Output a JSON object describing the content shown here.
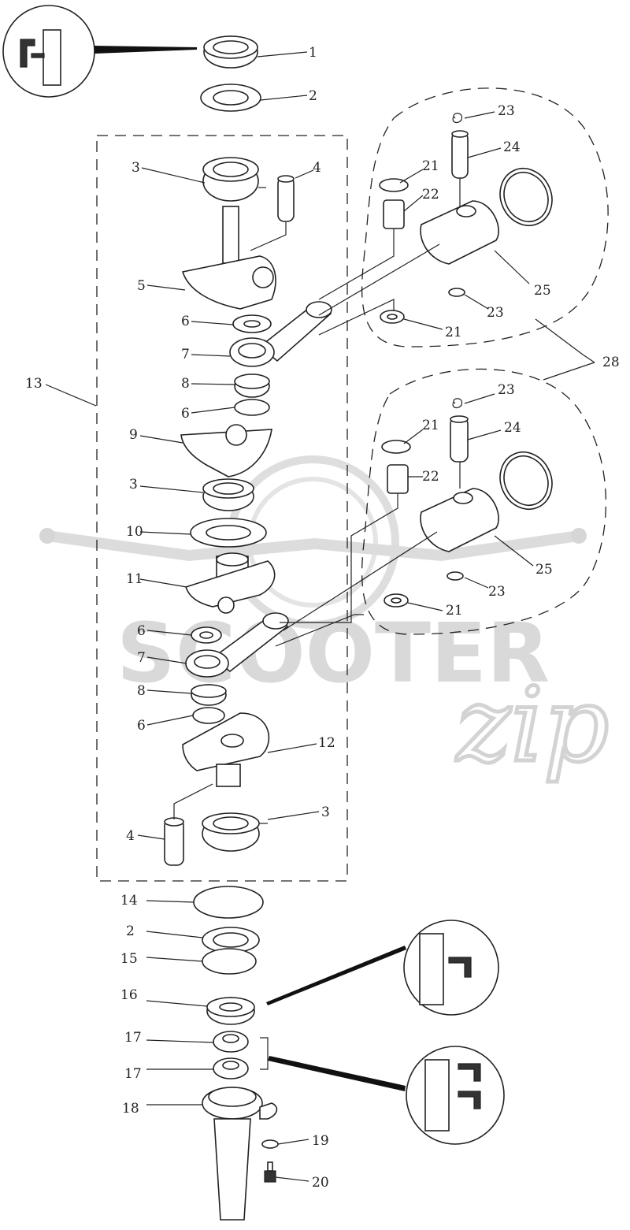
{
  "watermark": {
    "brand": "SCOOTER",
    "suffix": "zip"
  },
  "labels": {
    "p1": "1",
    "p2a": "2",
    "p3a": "3",
    "p4a": "4",
    "p5": "5",
    "p6a": "6",
    "p7a": "7",
    "p8a": "8",
    "p6b": "6",
    "p9": "9",
    "p3b": "3",
    "p10": "10",
    "p11": "11",
    "p6c": "6",
    "p7b": "7",
    "p8b": "8",
    "p6d": "6",
    "p12": "12",
    "p4b": "4",
    "p3c": "3",
    "p13": "13",
    "p14": "14",
    "p2b": "2",
    "p15": "15",
    "p16": "16",
    "p17a": "17",
    "p17b": "17",
    "p18": "18",
    "p19": "19",
    "p20": "20",
    "p21a": "21",
    "p22a": "22",
    "p23a": "23",
    "p24a": "24",
    "p25a": "25",
    "p23b": "23",
    "p21b": "21",
    "p28": "28",
    "p23c": "23",
    "p21c": "21",
    "p24b": "24",
    "p22b": "22",
    "p25b": "25",
    "p23d": "23",
    "p21d": "21"
  }
}
